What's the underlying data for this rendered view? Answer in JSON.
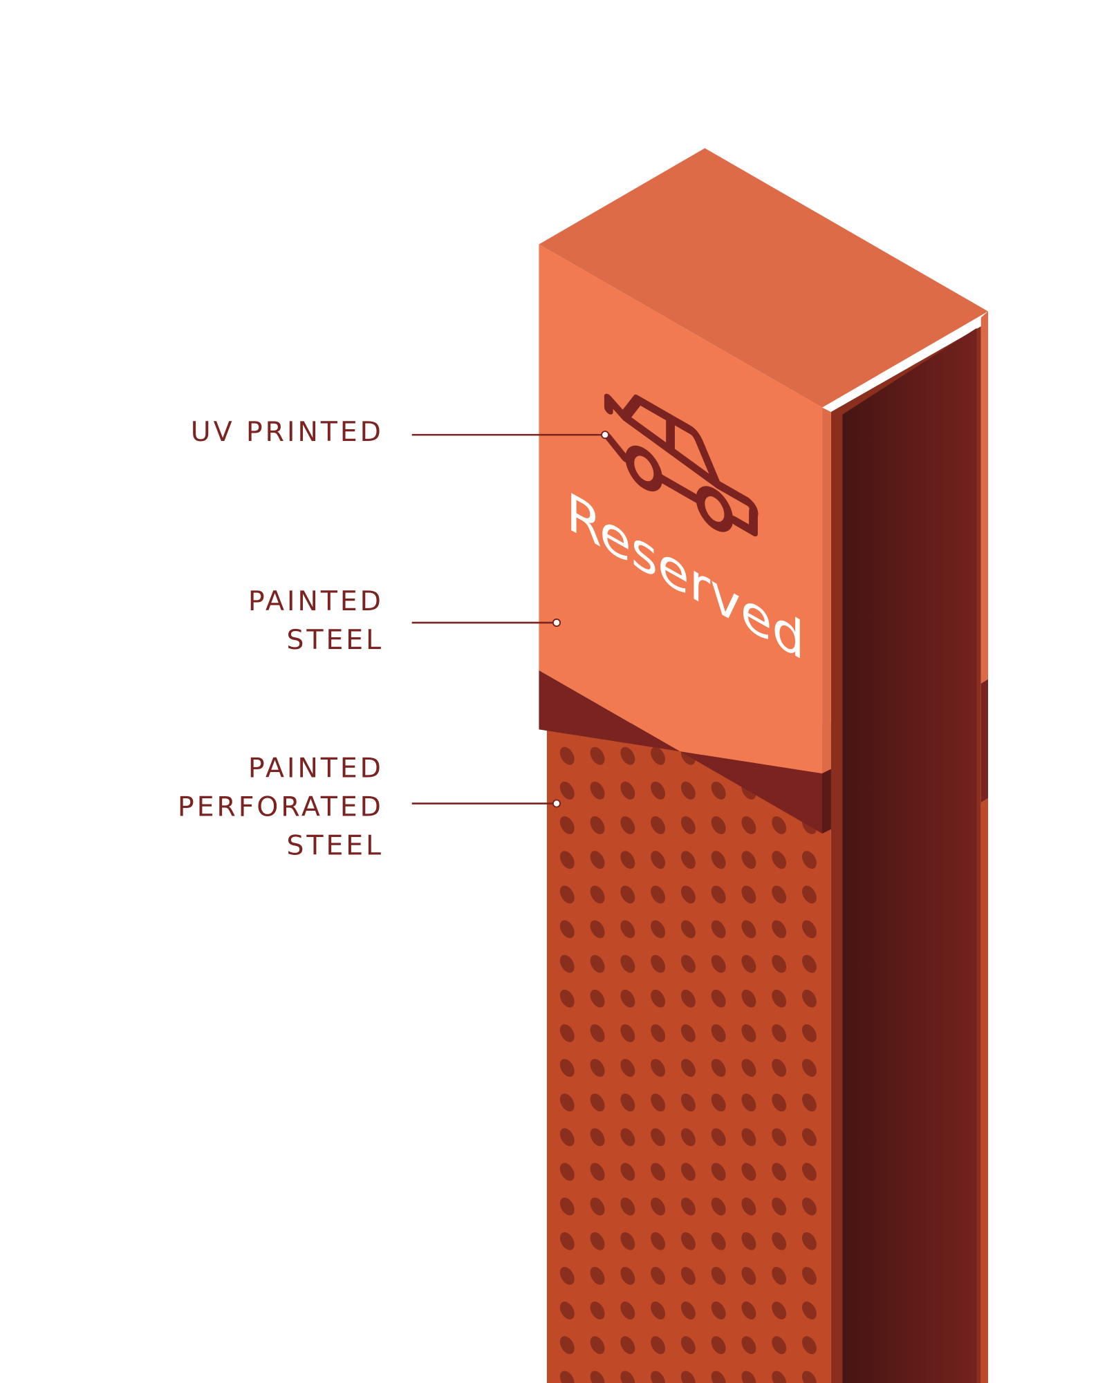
{
  "labels": {
    "uv_printed": [
      "UV PRINTED"
    ],
    "painted_steel": [
      "PAINTED",
      "STEEL"
    ],
    "painted_perforated_steel": [
      "PAINTED",
      "PERFORATED",
      "STEEL"
    ]
  },
  "sign": {
    "text": "Reserved",
    "icon": "car-icon"
  },
  "colors": {
    "label": "#7A2320",
    "front_face": "#F27A50",
    "top_face": "#DE6B47",
    "perforated": "#C04A28",
    "perforation_hole": "#8A2E1E",
    "dark": "#7A2320"
  }
}
